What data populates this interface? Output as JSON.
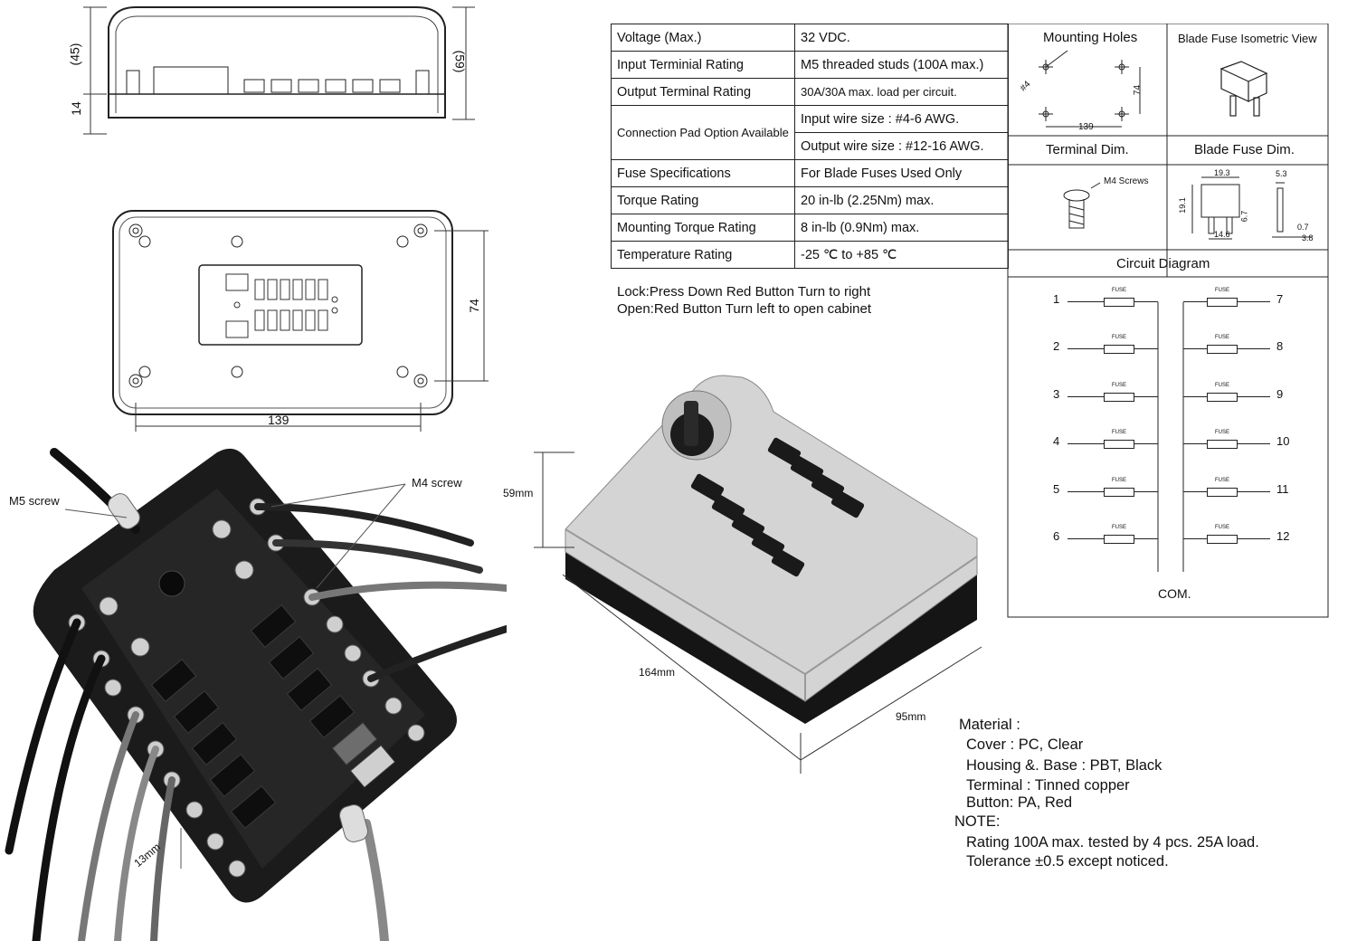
{
  "drawings": {
    "top_dims": {
      "d45": "(45)",
      "d59": "(59)",
      "d14": "14"
    },
    "front_dims": {
      "width": "139",
      "height": "74"
    }
  },
  "photo": {
    "m5": "M5 screw",
    "m4": "M4 screw",
    "d13": "13mm"
  },
  "render3d": {
    "height": "59mm",
    "length": "164mm",
    "width": "95mm"
  },
  "specs": [
    {
      "label": "Voltage (Max.)",
      "value": "32 VDC."
    },
    {
      "label": "Input Terminial Rating",
      "value": "M5 threaded studs (100A max.)"
    },
    {
      "label": "Output Terminal Rating",
      "value": "30A/30A max. load  per circuit."
    },
    {
      "label": "Connection Pad Option Available",
      "value": "Input wire size : #4-6 AWG.",
      "value2": "Output wire size : #12-16 AWG."
    },
    {
      "label": "Fuse Specifications",
      "value": "For  Blade Fuses Used Only"
    },
    {
      "label": "Torque Rating",
      "value": "20 in-lb (2.25Nm) max."
    },
    {
      "label": "Mounting Torque Rating",
      "value": "8 in-lb (0.9Nm) max."
    },
    {
      "label": "Temperature Rating",
      "value": "-25 ℃ to +85 ℃"
    }
  ],
  "lock_note": {
    "line1": "Lock:Press Down Red Button Turn to right",
    "line2": "Open:Red Button Turn  left to open cabinet"
  },
  "right_panel": {
    "mounting_holes": "Mounting Holes",
    "mh_dims": {
      "hole": "#4",
      "h": "74",
      "w": "139"
    },
    "isometric": "Blade Fuse Isometric View",
    "terminal_dim": "Terminal Dim.",
    "m4_screws": "M4 Screws",
    "fuse_dim": "Blade Fuse Dim.",
    "fuse_dims": {
      "w193": "19.3",
      "w53": "5.3",
      "h191": "19.1",
      "h67": "6.7",
      "w146": "14.6",
      "t07": "0.7",
      "t38": "3.8"
    },
    "circuit_title": "Circuit Diagram",
    "left_numbers": [
      "1",
      "2",
      "3",
      "4",
      "5",
      "6"
    ],
    "right_numbers": [
      "7",
      "8",
      "9",
      "10",
      "11",
      "12"
    ],
    "fuse_label": "FUSE",
    "com": "COM."
  },
  "materials": {
    "title": "Material :",
    "items": [
      "Cover : PC, Clear",
      "Housing &. Base : PBT, Black",
      "Terminal : Tinned copper",
      "Button: PA, Red"
    ],
    "note_title": "NOTE:",
    "notes": [
      "Rating 100A max. tested by 4 pcs. 25A load.",
      "Tolerance ±0.5 except noticed."
    ]
  }
}
